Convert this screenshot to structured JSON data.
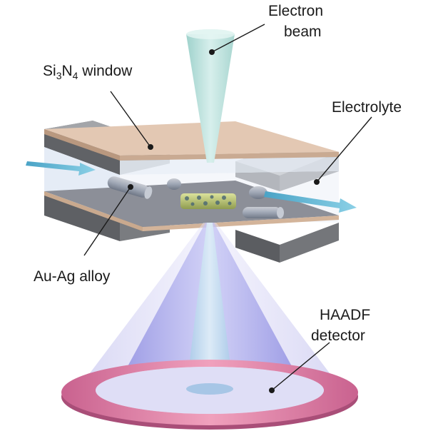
{
  "labels": {
    "electron_beam_line1": "Electron",
    "electron_beam_line2": "beam",
    "window_prefix": "Si",
    "window_sub1": "3",
    "window_mid": "N",
    "window_sub2": "4",
    "window_suffix": " window",
    "electrolyte": "Electrolyte",
    "alloy": "Au-Ag alloy",
    "detector_line1": "HAADF",
    "detector_line2": "detector"
  },
  "colors": {
    "window_top": "#e2c7b2",
    "window_edge": "#caa990",
    "electrolyte_side": "#e8eef8",
    "bottom_membrane": "#8e9098",
    "clamp_dark": "#55575c",
    "clamp_mid": "#8a8c90",
    "clamp_light": "#a8aaae",
    "beam": "#bfe3df",
    "flow_arrow": "#5fb4d1",
    "cone_outer": "#c7c6ee",
    "cone_inner": "#8f8fe4",
    "detector_ring": "#d9789a",
    "nanoparticle": "#9aa4b3",
    "alloy_rod": "#b8c477"
  }
}
